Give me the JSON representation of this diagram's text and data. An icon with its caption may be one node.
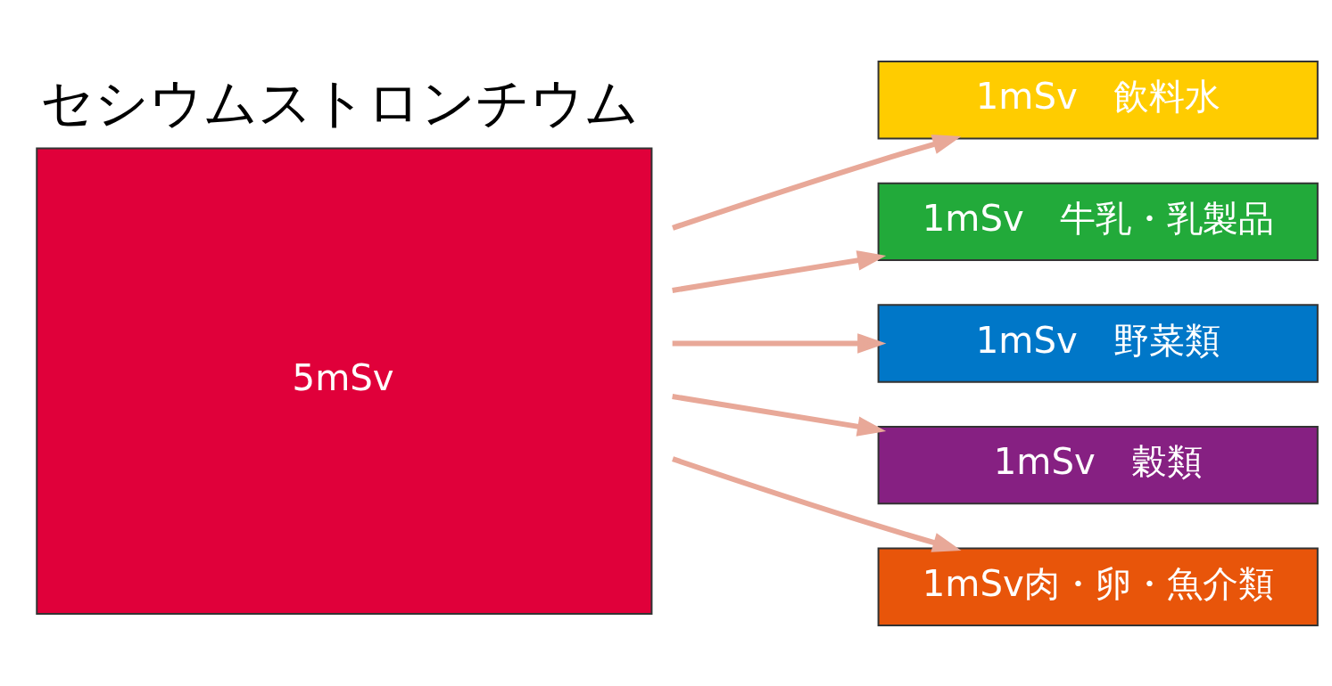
{
  "diagram": {
    "nodes": [
      {
        "text": [
          "セシウムストロンチウム",
          "5mSv"
        ]
      },
      {
        "text": [
          "1mSv　飲料水"
        ]
      },
      {
        "text": [
          "1mSv　牛乳・乳製品"
        ]
      },
      {
        "text": [
          "1mSv　野菜類"
        ]
      },
      {
        "text": [
          "1mSv　穀類"
        ]
      },
      {
        "text": [
          "1mSv肉・卵・魚介類"
        ]
      }
    ],
    "edges": [
      {
        "from": 0,
        "to": 1,
        "arrow": "to"
      },
      {
        "from": 0,
        "to": 2,
        "arrow": "to"
      },
      {
        "from": 0,
        "to": 3,
        "arrow": "to"
      },
      {
        "from": 0,
        "to": 4,
        "arrow": "to"
      },
      {
        "from": 0,
        "to": 5,
        "arrow": "to"
      }
    ]
  }
}
